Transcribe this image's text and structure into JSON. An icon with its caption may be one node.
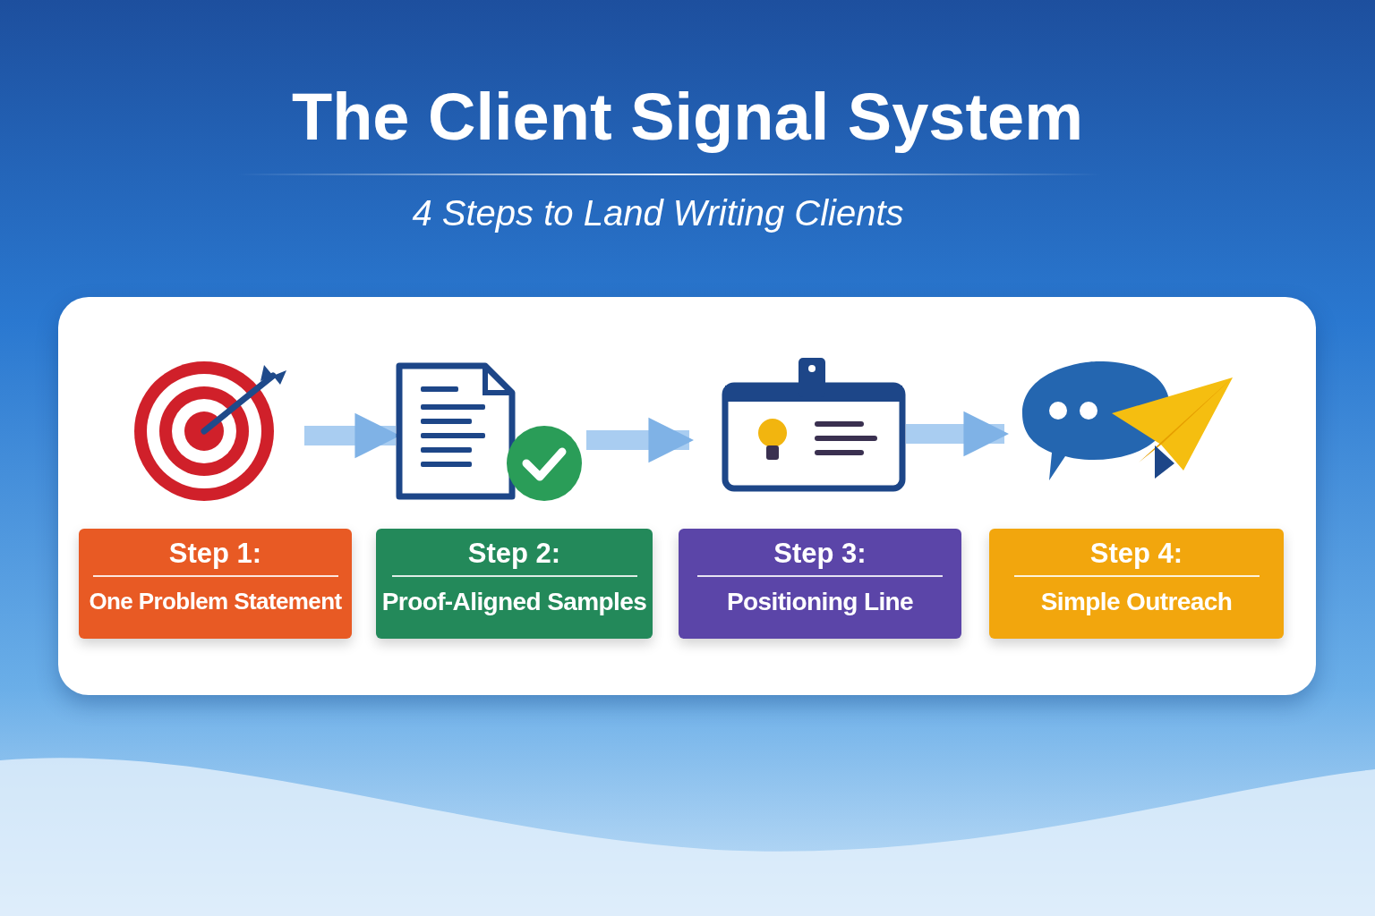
{
  "diagram": {
    "title": "The Client Signal System",
    "nodes": [
      {
        "text": [],
        "shape": "picture"
      },
      {
        "text": [],
        "shape": "picture"
      },
      {
        "text": [],
        "shape": "picture"
      },
      {
        "text": [],
        "shape": "picture"
      },
      {
        "text": [
          "Step 1:",
          "One Problem Statement"
        ]
      },
      {
        "text": [
          "Step 2:",
          "Proof-Aligned Samples"
        ]
      },
      {
        "text": [
          "Step 3:",
          "Positioning Line"
        ]
      },
      {
        "text": [
          "Step 4:",
          "Simple Outreach"
        ]
      }
    ],
    "edges": [
      {
        "from": 0,
        "to": 1,
        "arrow": "to"
      },
      {
        "from": 1,
        "to": 2,
        "arrow": "to"
      },
      {
        "from": 2,
        "to": 3,
        "arrow": "to"
      }
    ],
    "labels": [
      "4 Steps to Land Writing Clients"
    ]
  }
}
